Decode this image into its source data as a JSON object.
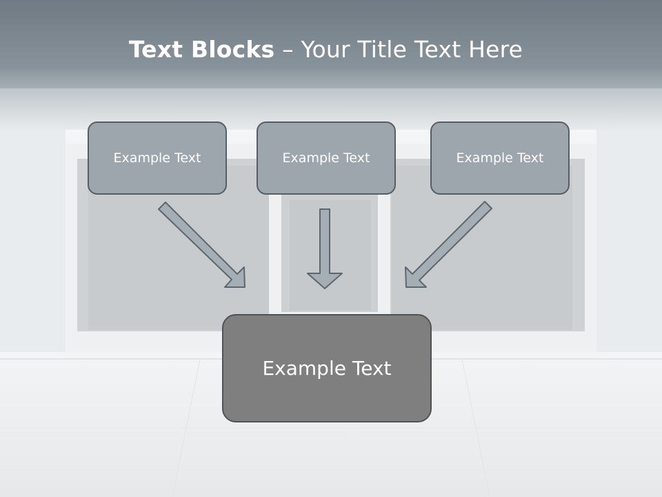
{
  "slide": {
    "title_bold": "Text Blocks",
    "title_dash": " – ",
    "title_rest": "Your Title Text Here"
  },
  "boxes": {
    "left": "Example Text",
    "middle": "Example Text",
    "right": "Example Text",
    "main": "Example Text"
  },
  "colors": {
    "header_band": "#7e8992",
    "box_fill": "#9ea6ad",
    "main_box_fill": "#7f7f7f",
    "arrow_fill": "#a6aeb5",
    "arrow_stroke": "#5d666e"
  }
}
